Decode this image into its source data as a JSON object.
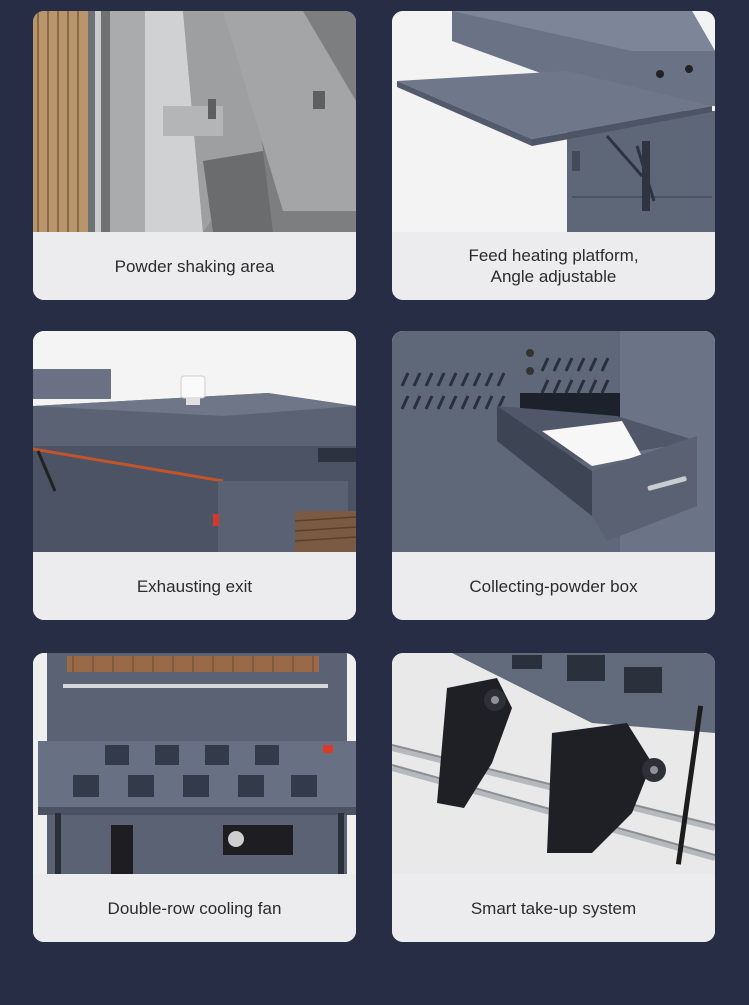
{
  "features": [
    {
      "caption": "Powder shaking area",
      "image": "powder-shaking-area-photo"
    },
    {
      "caption_lines": [
        "Feed heating platform,",
        "Angle adjustable"
      ],
      "image": "feed-heating-platform-photo"
    },
    {
      "caption": "Exhausting exit",
      "image": "exhausting-exit-photo"
    },
    {
      "caption": "Collecting-powder box",
      "image": "collecting-powder-box-photo"
    },
    {
      "caption": "Double-row cooling fan",
      "image": "double-row-cooling-fan-photo"
    },
    {
      "caption": "Smart take-up system",
      "image": "smart-take-up-system-photo"
    }
  ],
  "colors": {
    "background": "#262d44",
    "card": "#ececee",
    "caption_text": "#2b2b2b",
    "machine_gray": "#5d6677"
  }
}
